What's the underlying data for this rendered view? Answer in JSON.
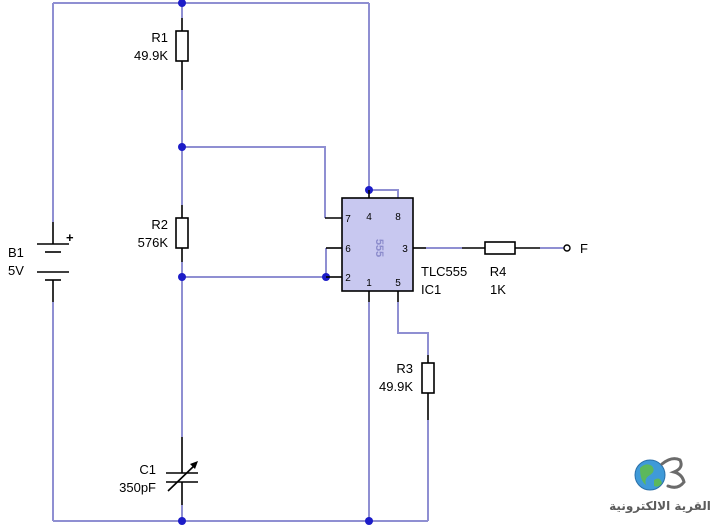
{
  "components": {
    "r1": {
      "ref": "R1",
      "value": "49.9K"
    },
    "r2": {
      "ref": "R2",
      "value": "576K"
    },
    "r3": {
      "ref": "R3",
      "value": "49.9K"
    },
    "r4": {
      "ref": "R4",
      "value": "1K"
    },
    "c1": {
      "ref": "C1",
      "value": "350pF"
    },
    "b1": {
      "ref": "B1",
      "value": "5V",
      "polarity": "+"
    },
    "ic1": {
      "ref": "IC1",
      "part": "TLC555",
      "chip_text": "555",
      "pins": {
        "p1": "1",
        "p2": "2",
        "p3": "3",
        "p4": "4",
        "p5": "5",
        "p6": "6",
        "p7": "7",
        "p8": "8"
      }
    }
  },
  "output": {
    "label": "F"
  },
  "logo": {
    "text": "القرية الالكترونية"
  },
  "colors": {
    "wire": "#8f8fd2",
    "node": "#1c1cc8",
    "chip": "#c8c8f0",
    "chip_border": "#000000"
  }
}
